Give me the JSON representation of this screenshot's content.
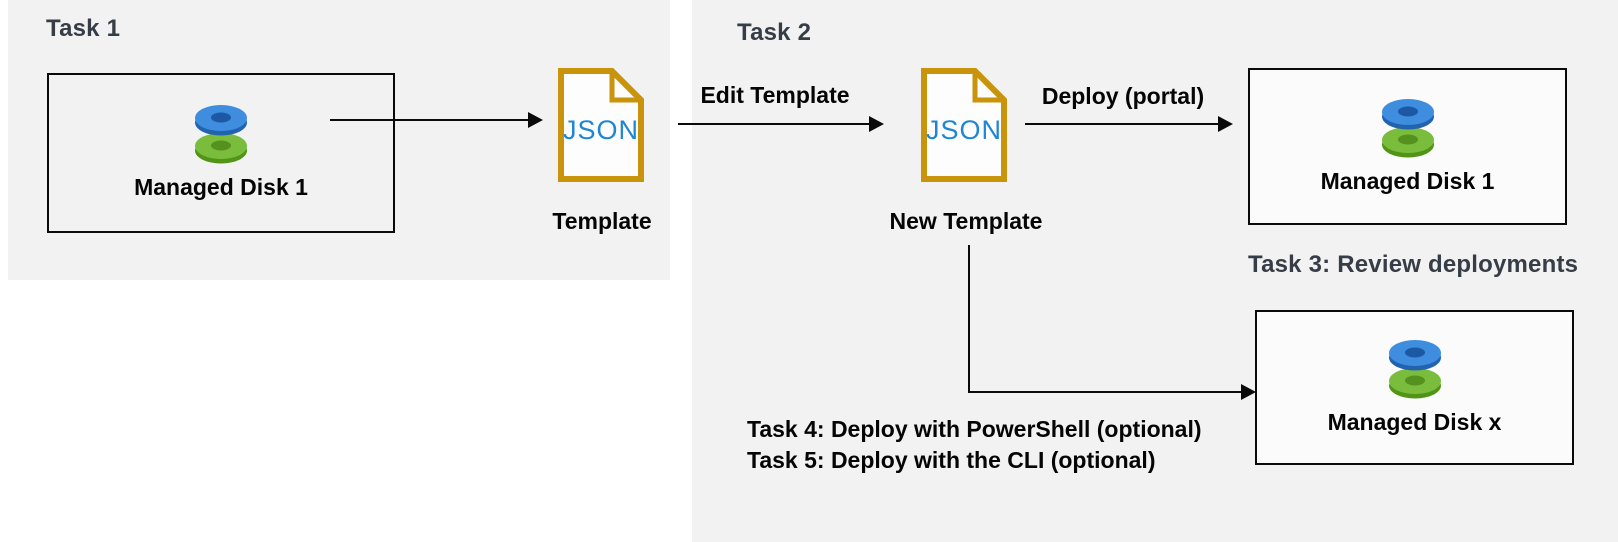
{
  "diagram": {
    "task1": {
      "heading": "Task 1",
      "disk_box_label": "Managed Disk 1",
      "template_caption": "Template"
    },
    "task2": {
      "heading": "Task 2",
      "edit_arrow_label": "Edit Template",
      "new_template_caption": "New Template",
      "deploy_arrow_label": "Deploy (portal)",
      "disk_box_label": "Managed Disk 1"
    },
    "task3": {
      "heading": "Task 3: Review deployments",
      "disk_box_label": "Managed Disk x"
    },
    "optional_tasks": {
      "line1": "Task 4: Deploy with PowerShell (optional)",
      "line2": "Task 5: Deploy with the CLI (optional)"
    },
    "json_file_text": "JSON",
    "colors": {
      "panel_gray": "#f2f2f2",
      "heading_slate": "#363d47",
      "label_black": "#050505",
      "arrow_black": "#0a0a0a",
      "box_fill": "#fbfbfb",
      "json_gold": "#c9940c",
      "json_blue": "#1e86d2",
      "disk_blue_top": "#3e8ddf",
      "disk_blue_rim": "#2263b0",
      "disk_blue_hole": "#1d58a4",
      "disk_green_top": "#7abd3c",
      "disk_green_rim": "#529417",
      "disk_green_hole": "#55911e"
    }
  }
}
